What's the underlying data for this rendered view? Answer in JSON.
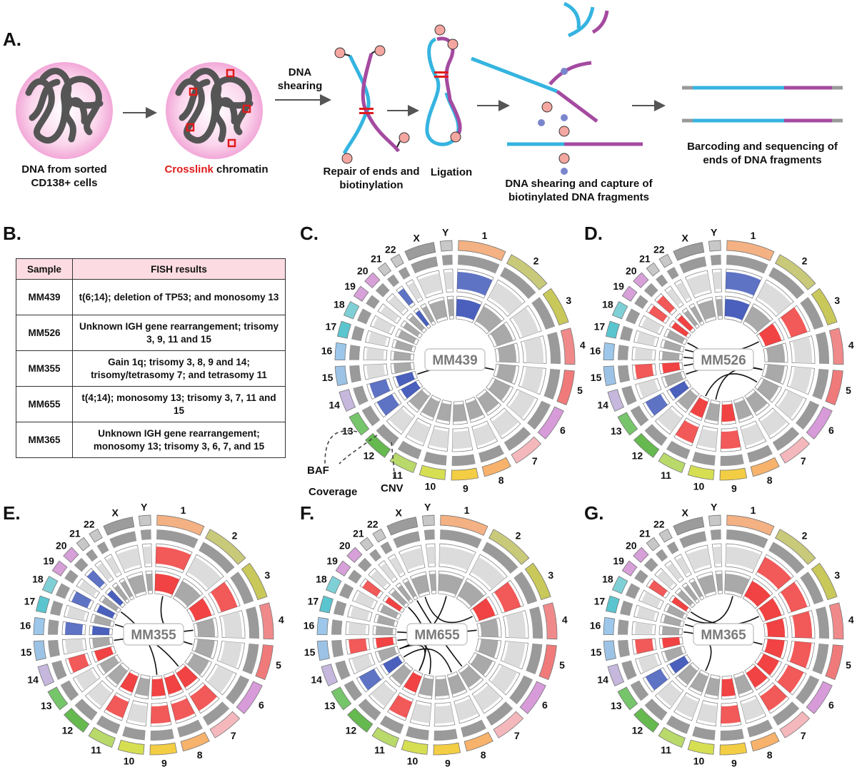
{
  "panels": {
    "a": "A.",
    "b": "B.",
    "c": "C.",
    "d": "D.",
    "e": "E.",
    "f": "F.",
    "g": "G."
  },
  "workflow": {
    "step1_caption": "DNA from sorted CD138+ cells",
    "step2_caption_red": "Crosslink",
    "step2_caption_rest": " chromatin",
    "arrow_label": "DNA shearing",
    "step3_caption": "Repair of ends and biotinylation",
    "step4_caption": "Ligation",
    "step5_caption": "DNA shearing and capture of biotinylated DNA fragments",
    "step6_caption": "Barcoding and sequencing of ends of DNA fragments"
  },
  "fish_table": {
    "headers": [
      "Sample",
      "FISH results"
    ],
    "rows": [
      {
        "sample": "MM439",
        "result": "t(6;14); deletion of TP53; and monosomy 13"
      },
      {
        "sample": "MM526",
        "result": "Unknown IGH gene rearrangement; trisomy 3, 9, 11 and 15"
      },
      {
        "sample": "MM355",
        "result": "Gain 1q; trisomy 3, 8, 9 and 14; trisomy/tetrasomy 7; and tetrasomy 11"
      },
      {
        "sample": "MM655",
        "result": "t(4;14); monosomy 13; trisomy 3, 7, 11 and 15"
      },
      {
        "sample": "MM365",
        "result": "Unknown IGH gene rearrangement; monosomy 13; trisomy 3, 6, 7, and 15"
      }
    ]
  },
  "circos": {
    "chromosomes": [
      "1",
      "2",
      "3",
      "4",
      "5",
      "6",
      "7",
      "8",
      "9",
      "10",
      "11",
      "12",
      "13",
      "14",
      "15",
      "16",
      "17",
      "18",
      "19",
      "20",
      "21",
      "22",
      "X",
      "Y"
    ],
    "chrom_colors": [
      "#f4b183",
      "#c9c97a",
      "#c9c85a",
      "#f08a8a",
      "#f07a7a",
      "#d79bd9",
      "#f4b8bc",
      "#f7b26b",
      "#f3cd43",
      "#d6df52",
      "#b9d96b",
      "#65b94f",
      "#76c56a",
      "#c6b7dd",
      "#9cc3e6",
      "#9cc7ea",
      "#5bc5cf",
      "#7fd0d6",
      "#d7a0d9",
      "#d7a0d9",
      "#c8c8c8",
      "#c8c8c8",
      "#9c9c9c",
      "#c8c8c8"
    ],
    "annotations": {
      "baf": "BAF",
      "coverage": "Coverage",
      "cnv": "CNV"
    },
    "samples": [
      {
        "id": "MM439",
        "gain": [],
        "loss": [
          0,
          12,
          13,
          20
        ],
        "links": [
          [
            13,
            4
          ]
        ]
      },
      {
        "id": "MM526",
        "gain": [
          2,
          8,
          10,
          14,
          18,
          19
        ],
        "loss": [
          0,
          12
        ],
        "links": [
          [
            16,
            2
          ],
          [
            15,
            4
          ],
          [
            14,
            17
          ],
          [
            13,
            4
          ],
          [
            9,
            4
          ],
          [
            10,
            5
          ]
        ]
      },
      {
        "id": "MM355",
        "gain": [
          0,
          2,
          6,
          7,
          8,
          10,
          13
        ],
        "loss": [
          17,
          15,
          19
        ],
        "links": [
          [
            18,
            8
          ],
          [
            0,
            4
          ],
          [
            16,
            6
          ],
          [
            14,
            3
          ]
        ]
      },
      {
        "id": "MM655",
        "gain": [
          2,
          10,
          14,
          18
        ],
        "loss": [
          12
        ],
        "links": [
          [
            21,
            6
          ],
          [
            19,
            10
          ],
          [
            15,
            3
          ],
          [
            13,
            0
          ],
          [
            14,
            9
          ],
          [
            13,
            10
          ],
          [
            22,
            2
          ],
          [
            12,
            7
          ]
        ]
      },
      {
        "id": "MM365",
        "gain": [
          1,
          2,
          3,
          4,
          5,
          6,
          8,
          14,
          18
        ],
        "loss": [
          12
        ],
        "links": [
          [
            17,
            0
          ],
          [
            15,
            10
          ],
          [
            18,
            2
          ],
          [
            16,
            4
          ]
        ]
      }
    ]
  }
}
